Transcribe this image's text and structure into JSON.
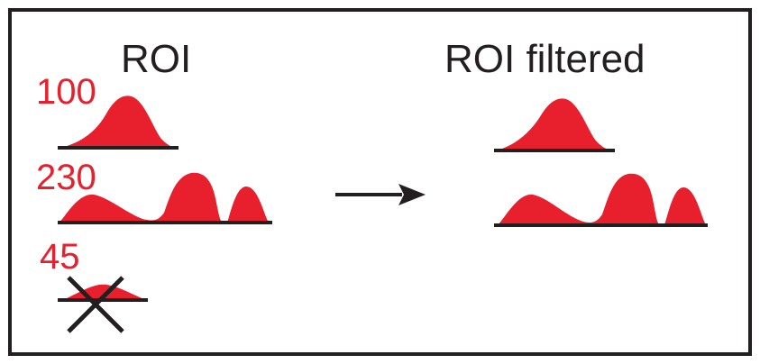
{
  "panel_left": {
    "title": "ROI",
    "rois": [
      {
        "count": "100"
      },
      {
        "count": "230"
      },
      {
        "count": "45",
        "rejected": true
      }
    ]
  },
  "panel_right": {
    "title": "ROI filtered"
  },
  "arrow": "arrow-right-icon",
  "colors": {
    "signal_fill": "#e8202e",
    "count_text": "#e8202e",
    "ink": "#231f20",
    "background": "#ffffff"
  }
}
